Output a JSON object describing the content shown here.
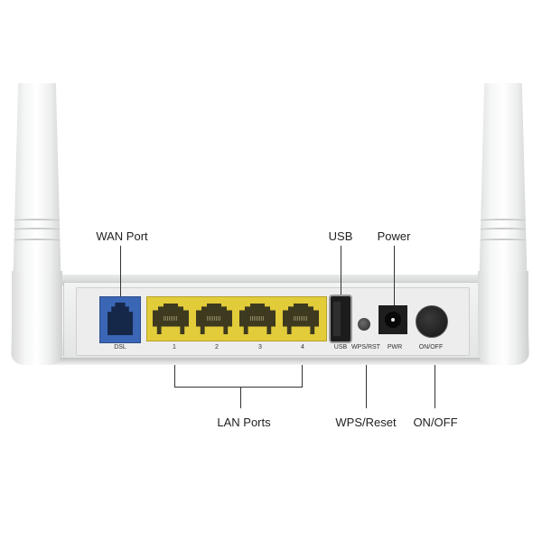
{
  "callouts": {
    "wan": "WAN Port",
    "usb": "USB",
    "power": "Power",
    "lan": "LAN Ports",
    "wps": "WPS/Reset",
    "onoff": "ON/OFF"
  },
  "panel_labels": {
    "dsl": "DSL",
    "lan1": "1",
    "lan2": "2",
    "lan3": "3",
    "lan4": "4",
    "usb": "USB",
    "wps": "WPS/RST",
    "pwr": "PWR",
    "onoff": "ON/OFF"
  },
  "colors": {
    "dsl_port": "#3a66b5",
    "lan_block": "#e2cc3a",
    "router_body": "#ededee",
    "callout_text": "#222222"
  }
}
